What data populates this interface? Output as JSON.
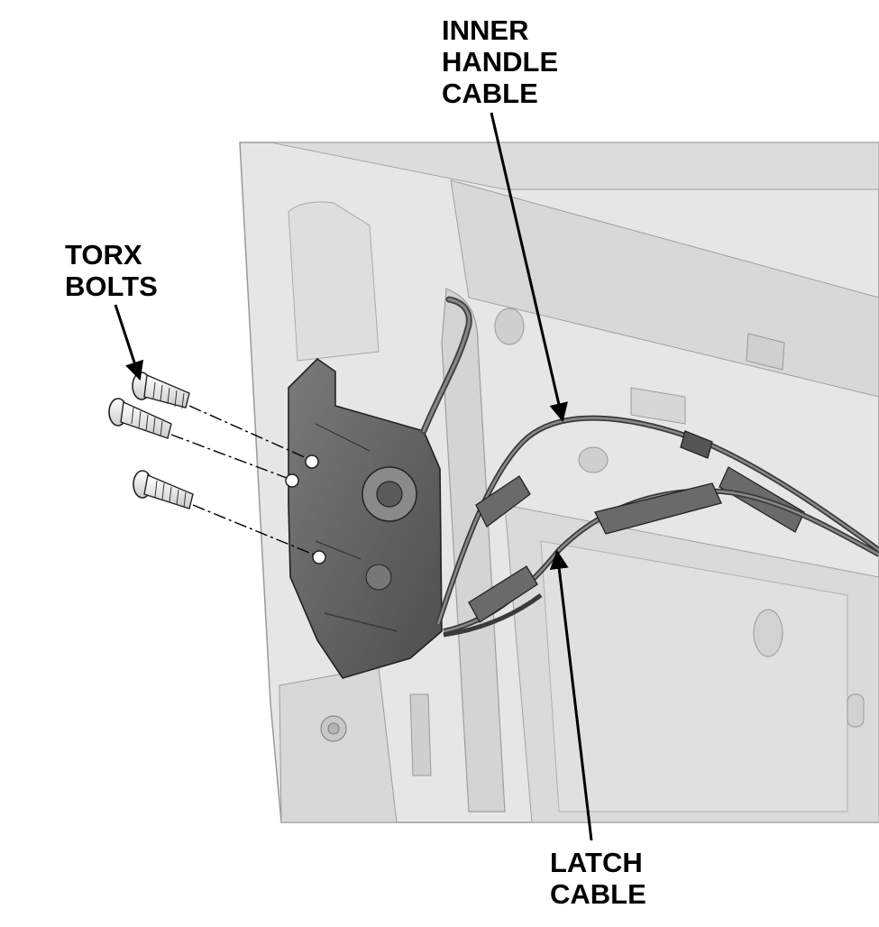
{
  "labels": {
    "torx_bolts": [
      "TORX",
      "BOLTS"
    ],
    "inner_handle_cable": [
      "INNER",
      "HANDLE",
      "CABLE"
    ],
    "latch_cable": [
      "LATCH",
      "CABLE"
    ]
  },
  "colors": {
    "panel": "#e4e4e4",
    "panel_shade": "#cfcfcf",
    "latch_body": "#6a6a6a",
    "cable": "#5a5a5a",
    "outline": "#2a2a2a"
  }
}
